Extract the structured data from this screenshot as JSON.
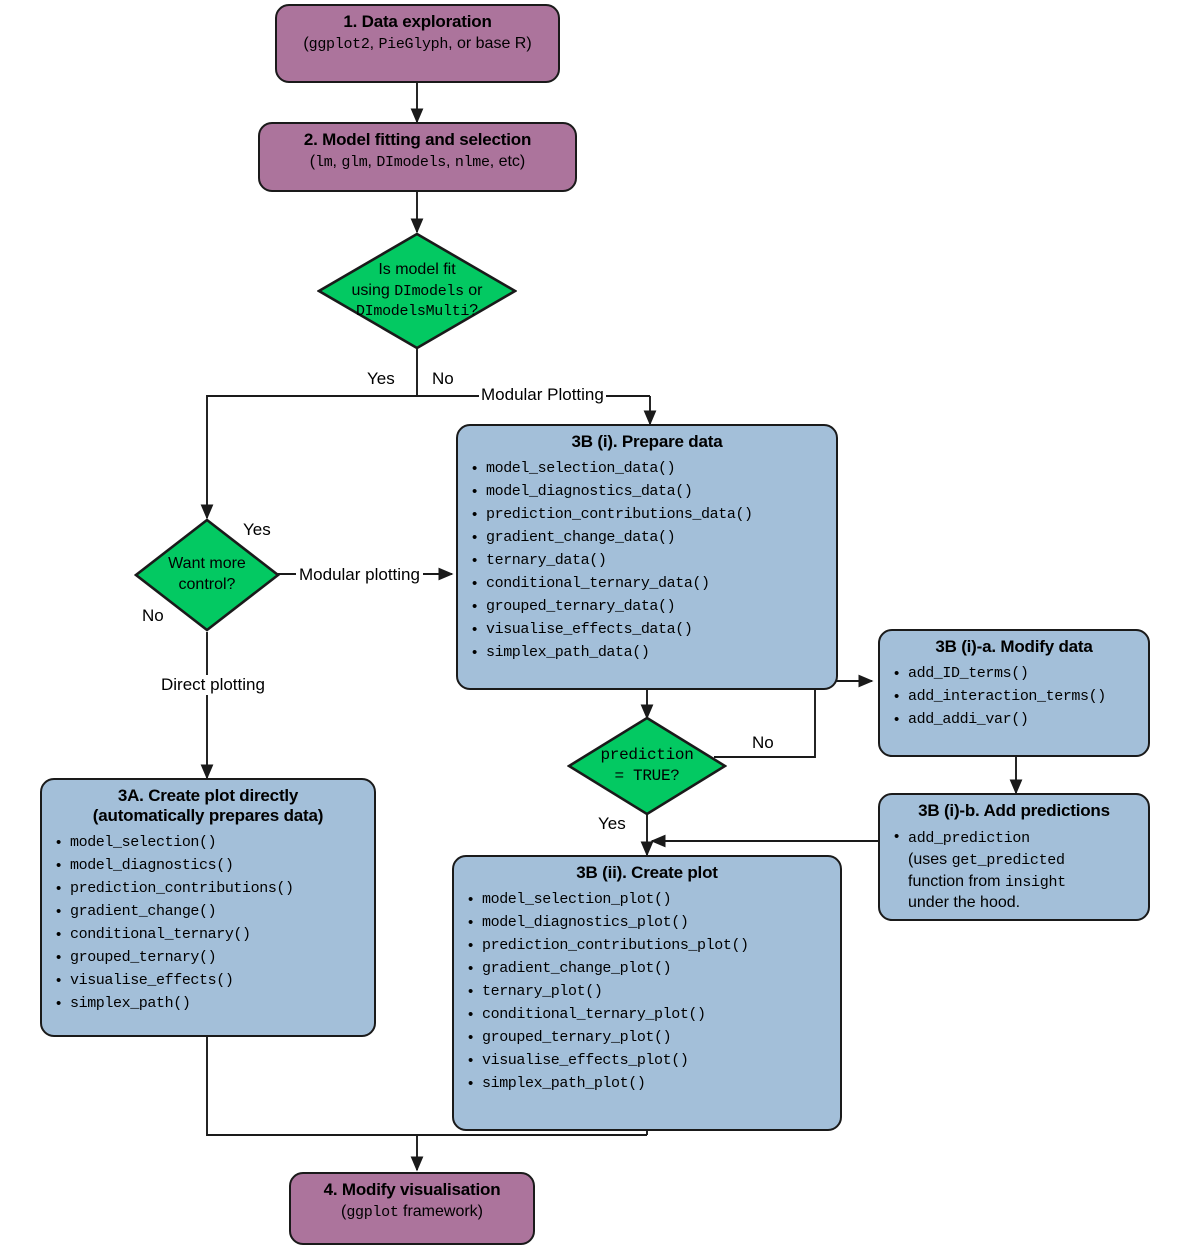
{
  "diagram": {
    "title": "DImodelsVis plotting workflow",
    "colors": {
      "purple": "#AC749C",
      "blue": "#A3BFD9",
      "green": "#03C962",
      "stroke": "#1A1A1A"
    }
  },
  "nodes": {
    "data_exploration": {
      "title": "1. Data exploration",
      "sub_pre": "(",
      "sub_mono_1": "ggplot2",
      "sub_mid_1": ", ",
      "sub_mono_2": "PieGlyph",
      "sub_post": ", or base R)"
    },
    "model_fitting": {
      "title": "2. Model fitting and selection",
      "sub_pre": "(",
      "sub_mono_1": "lm",
      "sub_mid_1": ", ",
      "sub_mono_2": "glm",
      "sub_mid_2": ", ",
      "sub_mono_3": "DImodels",
      "sub_mid_3": ", ",
      "sub_mono_4": "nlme",
      "sub_post": ", etc)"
    },
    "decision_dimodels": {
      "line1_plain": "Is model fit",
      "line2_plain": "using ",
      "line2_mono": "DImodels",
      "line2_tail": " or",
      "line3_mono": "DImodelsMulti",
      "line3_tail": "?"
    },
    "decision_control": {
      "line1": "Want more",
      "line2": "control?"
    },
    "decision_prediction": {
      "line1": "prediction",
      "line2": "= TRUE?"
    },
    "prepare_data": {
      "title": "3B (i). Prepare data",
      "items": [
        "model_selection_data()",
        "model_diagnostics_data()",
        "prediction_contributions_data()",
        "gradient_change_data()",
        "ternary_data()",
        "conditional_ternary_data()",
        "grouped_ternary_data()",
        "visualise_effects_data()",
        "simplex_path_data()"
      ]
    },
    "modify_data": {
      "title": "3B (i)-a. Modify data",
      "items": [
        "add_ID_terms()",
        "add_interaction_terms()",
        "add_addi_var()"
      ]
    },
    "add_predictions": {
      "title": "3B (i)-b. Add predictions",
      "item_mono_1": "add_prediction",
      "item_line2_plain": "(uses ",
      "item_line2_mono": "get_predicted",
      "item_line3_plain": "function from ",
      "item_line3_mono": "insight",
      "item_line4_plain": "under the hood."
    },
    "create_plot_direct": {
      "title_line1": "3A. Create plot directly",
      "title_line2": "(automatically prepares data)",
      "items": [
        "model_selection()",
        "model_diagnostics()",
        "prediction_contributions()",
        "gradient_change()",
        "conditional_ternary()",
        "grouped_ternary()",
        "visualise_effects()",
        "simplex_path()"
      ]
    },
    "create_plot": {
      "title": "3B (ii). Create plot",
      "items": [
        "model_selection_plot()",
        "model_diagnostics_plot()",
        "prediction_contributions_plot()",
        "gradient_change_plot()",
        "ternary_plot()",
        "conditional_ternary_plot()",
        "grouped_ternary_plot()",
        "visualise_effects_plot()",
        "simplex_path_plot()"
      ]
    },
    "modify_visualisation": {
      "title": "4. Modify visualisation",
      "sub_pre": "(",
      "sub_mono_1": "ggplot",
      "sub_post": " framework)"
    }
  },
  "edge_labels": {
    "yes_dimodels": "Yes",
    "no_dimodels": "No",
    "modular_plotting_upper": "Modular Plotting",
    "yes_control": "Yes",
    "no_control": "No",
    "modular_plotting_lower": "Modular plotting",
    "direct_plotting": "Direct plotting",
    "no_prediction": "No",
    "yes_prediction": "Yes"
  }
}
